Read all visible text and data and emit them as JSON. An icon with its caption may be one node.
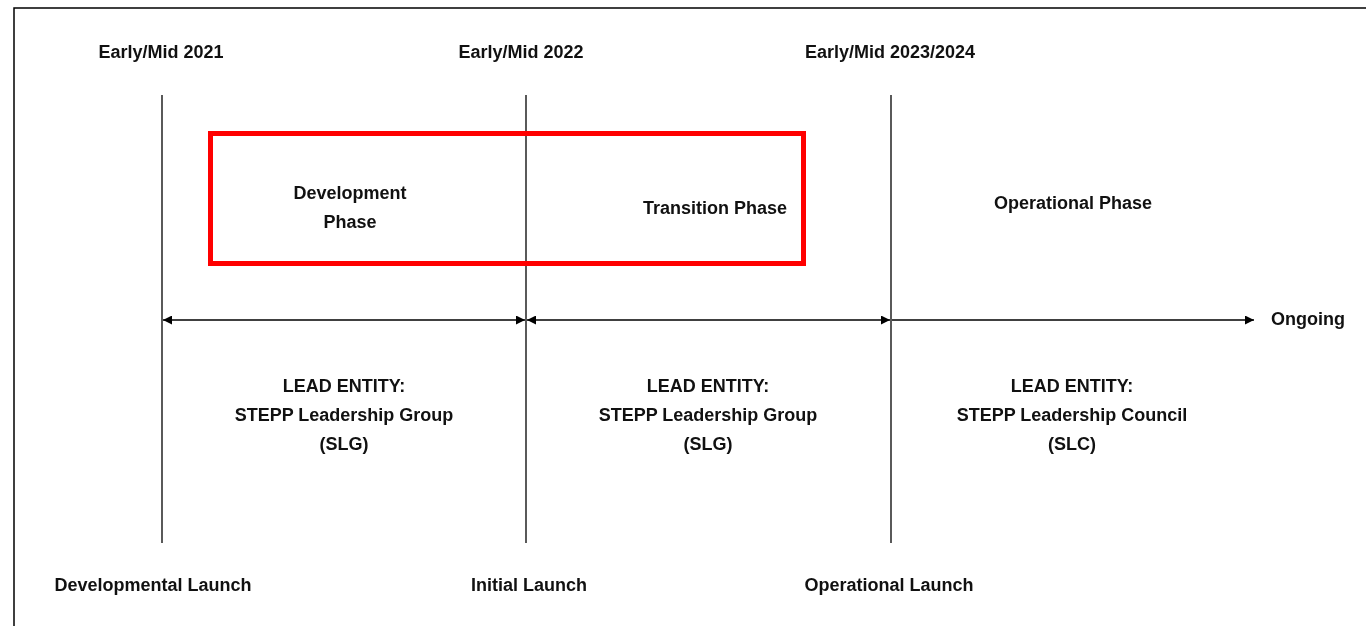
{
  "diagram": {
    "nodes": [
      {
        "text": [
          "Development Phase",
          "Transition Phase"
        ]
      }
    ],
    "edges": [],
    "labels": [
      "Early/Mid 2021",
      "Early/Mid 2022",
      "Early/Mid 2023/2024",
      "Operational Phase",
      "Ongoing",
      "LEAD ENTITY:",
      "STEPP Leadership Group",
      "(SLG)",
      "LEAD ENTITY:",
      "STEPP Leadership Group",
      "(SLG)",
      "LEAD ENTITY:",
      "STEPP Leadership Council",
      "(SLC)",
      "Developmental Launch",
      "Initial Launch",
      "Operational Launch"
    ]
  }
}
